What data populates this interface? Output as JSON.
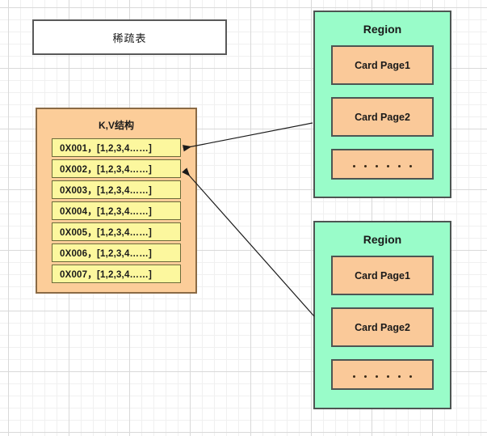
{
  "diagram": {
    "sparse_table": {
      "label": "稀疏表"
    },
    "kv_structure": {
      "title": "K,V结构",
      "rows": [
        {
          "text": "0X001，[1,2,3,4……]"
        },
        {
          "text": "0X002，[1,2,3,4……]"
        },
        {
          "text": "0X003，[1,2,3,4……]"
        },
        {
          "text": "0X004，[1,2,3,4……]"
        },
        {
          "text": "0X005，[1,2,3,4……]"
        },
        {
          "text": "0X006，[1,2,3,4……]"
        },
        {
          "text": "0X007，[1,2,3,4……]"
        }
      ]
    },
    "regions": [
      {
        "title": "Region",
        "cards": [
          {
            "label": "Card Page1"
          },
          {
            "label": "Card Page2"
          },
          {
            "label": "。。。。。。",
            "is_ellipsis": true,
            "dot_count": 6
          }
        ]
      },
      {
        "title": "Region",
        "cards": [
          {
            "label": "Card Page1"
          },
          {
            "label": "Card Page2"
          },
          {
            "label": "。。。。。。",
            "is_ellipsis": true,
            "dot_count": 6
          }
        ]
      }
    ],
    "connectors": [
      {
        "name": "region1-to-kv-row1",
        "from": "region-1",
        "to": "kv-row-0X001"
      },
      {
        "name": "region2-to-kv-row2",
        "from": "region-2",
        "to": "kv-row-0X002"
      }
    ],
    "colors": {
      "region_fill": "#99fcc9",
      "card_fill": "#fac999",
      "kv_fill": "#fccd99",
      "kv_row_fill": "#fcf79e",
      "border_dark": "#4d5552",
      "border_olive": "#6b6b3a",
      "grid_line": "#e8e8e8"
    }
  }
}
